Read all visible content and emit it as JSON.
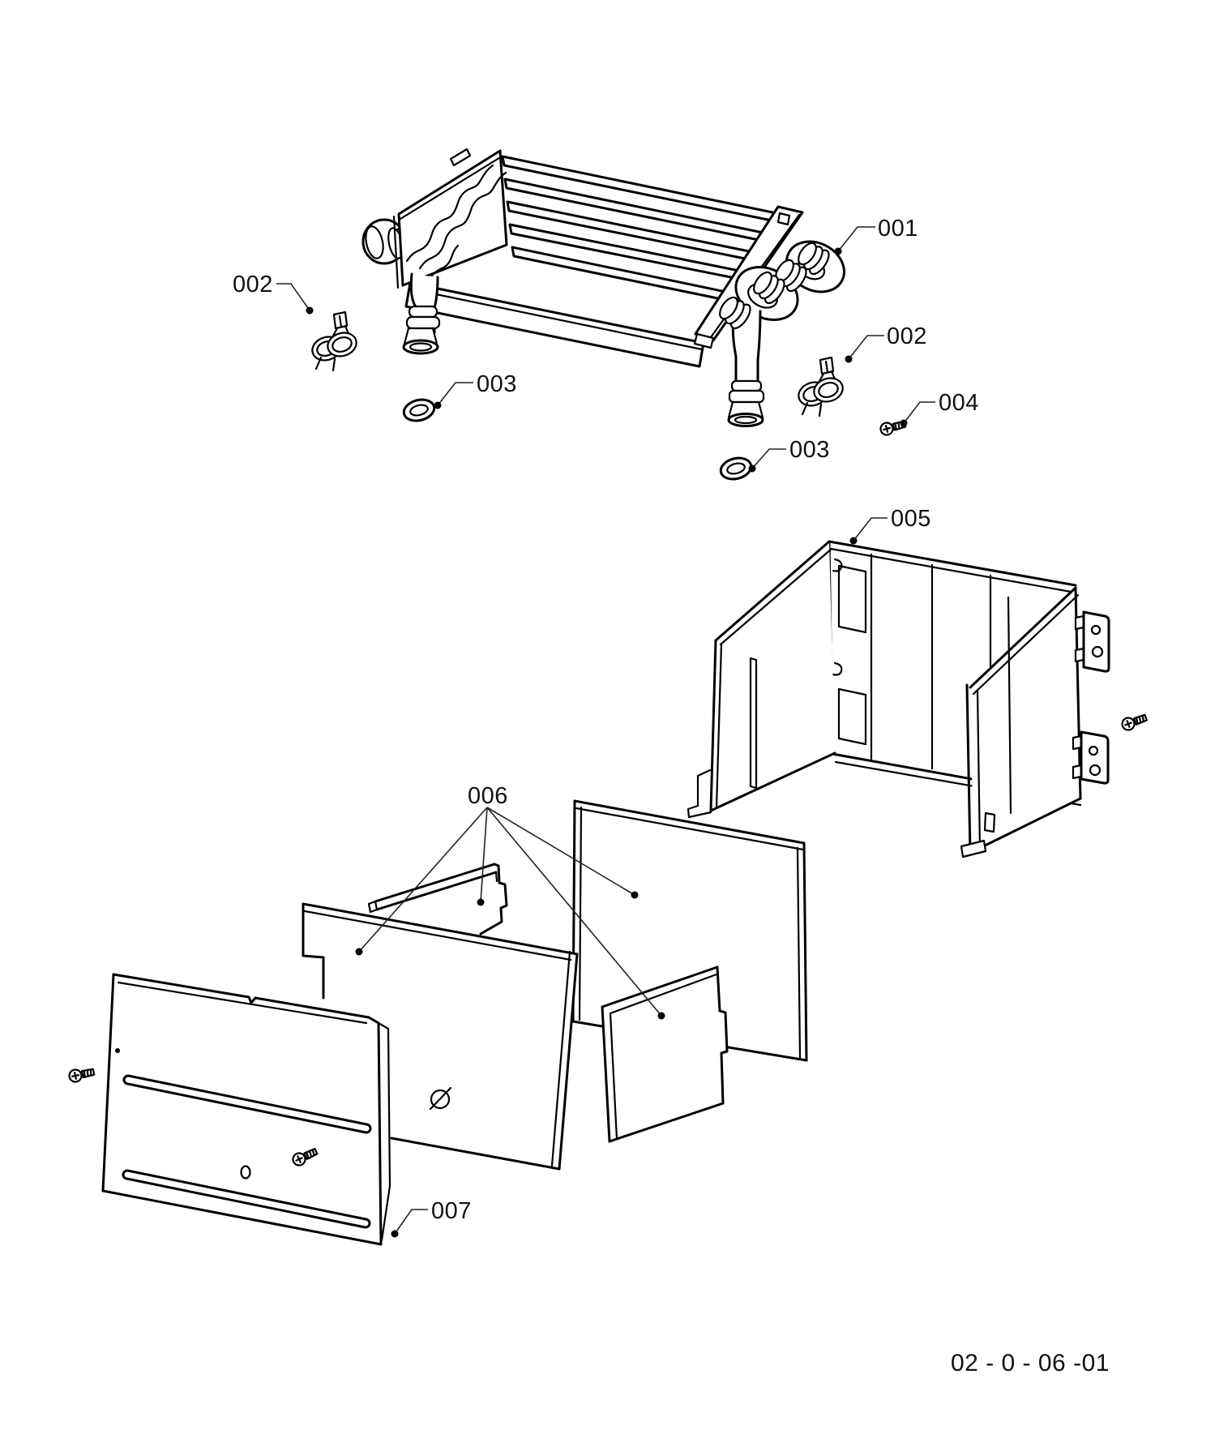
{
  "page": {
    "background": "#ffffff",
    "line_color": "#000000",
    "label_color": "#111111",
    "figure_type": "exploded-parts-diagram",
    "subject": "heat exchanger, pipe clamps, o-rings, combustion chamber casing, insulation panels and front panel"
  },
  "callouts": [
    {
      "label": "001",
      "target": "heat-exchanger-outlet-elbow"
    },
    {
      "label": "002",
      "target": "pipe-clamp-left"
    },
    {
      "label": "002",
      "target": "pipe-clamp-right"
    },
    {
      "label": "003",
      "target": "o-ring-left"
    },
    {
      "label": "003",
      "target": "o-ring-right"
    },
    {
      "label": "004",
      "target": "fixing-screw"
    },
    {
      "label": "005",
      "target": "combustion-chamber-casing"
    },
    {
      "label": "006",
      "target": "insulation-panels"
    },
    {
      "label": "007",
      "target": "front-panel"
    }
  ],
  "footer": {
    "drawing_code": "02 - 0 - 06 -01"
  }
}
